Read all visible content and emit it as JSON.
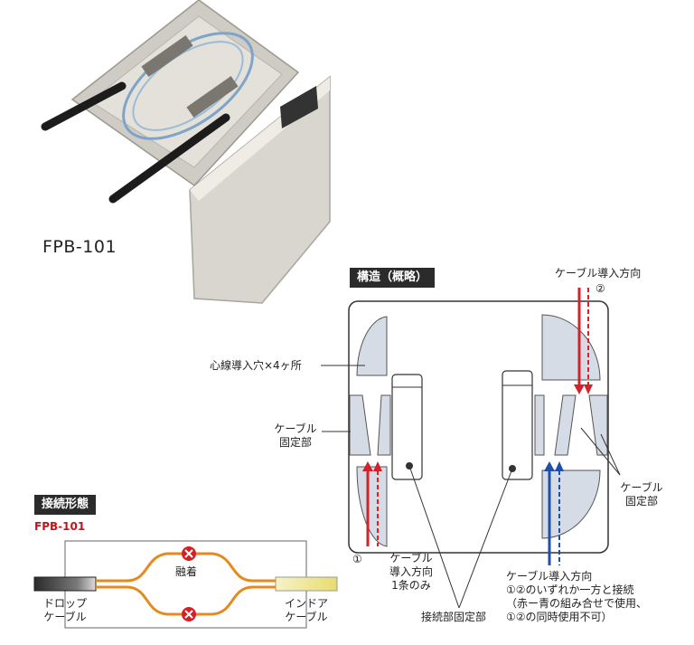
{
  "product": {
    "model": "FPB-101"
  },
  "structure": {
    "heading": "構造（概略）",
    "labels": {
      "core_holes": "心線導入穴×4ヶ所",
      "cable_fix_left": [
        "ケーブル",
        "固定部"
      ],
      "cable_fix_right": [
        "ケーブル",
        "固定部"
      ],
      "direction_top": "ケーブル導入方向",
      "direction_top_num": "②",
      "direction_left": [
        "ケーブル",
        "導入方向",
        "1条のみ"
      ],
      "direction_left_num": "①",
      "direction_right": [
        "ケーブル導入方向",
        "①②のいずれか一方と接続",
        "（赤ー青の組み合せで使用、",
        "①②の同時使用不可）"
      ],
      "splice_fix": "接続部固定部"
    }
  },
  "connection": {
    "heading": "接続形態",
    "model": "FPB-101",
    "fusion": "融着",
    "drop_cable": [
      "ドロップ",
      "ケーブル"
    ],
    "indoor_cable": [
      "インドア",
      "ケーブル"
    ]
  },
  "colors": {
    "red_arrow": "#d4222a",
    "blue_arrow": "#1f4fa8",
    "fiber_orange": "#e58a1f",
    "panel_fill": "#d6dce6",
    "fusion_mark": "#d61f26"
  }
}
